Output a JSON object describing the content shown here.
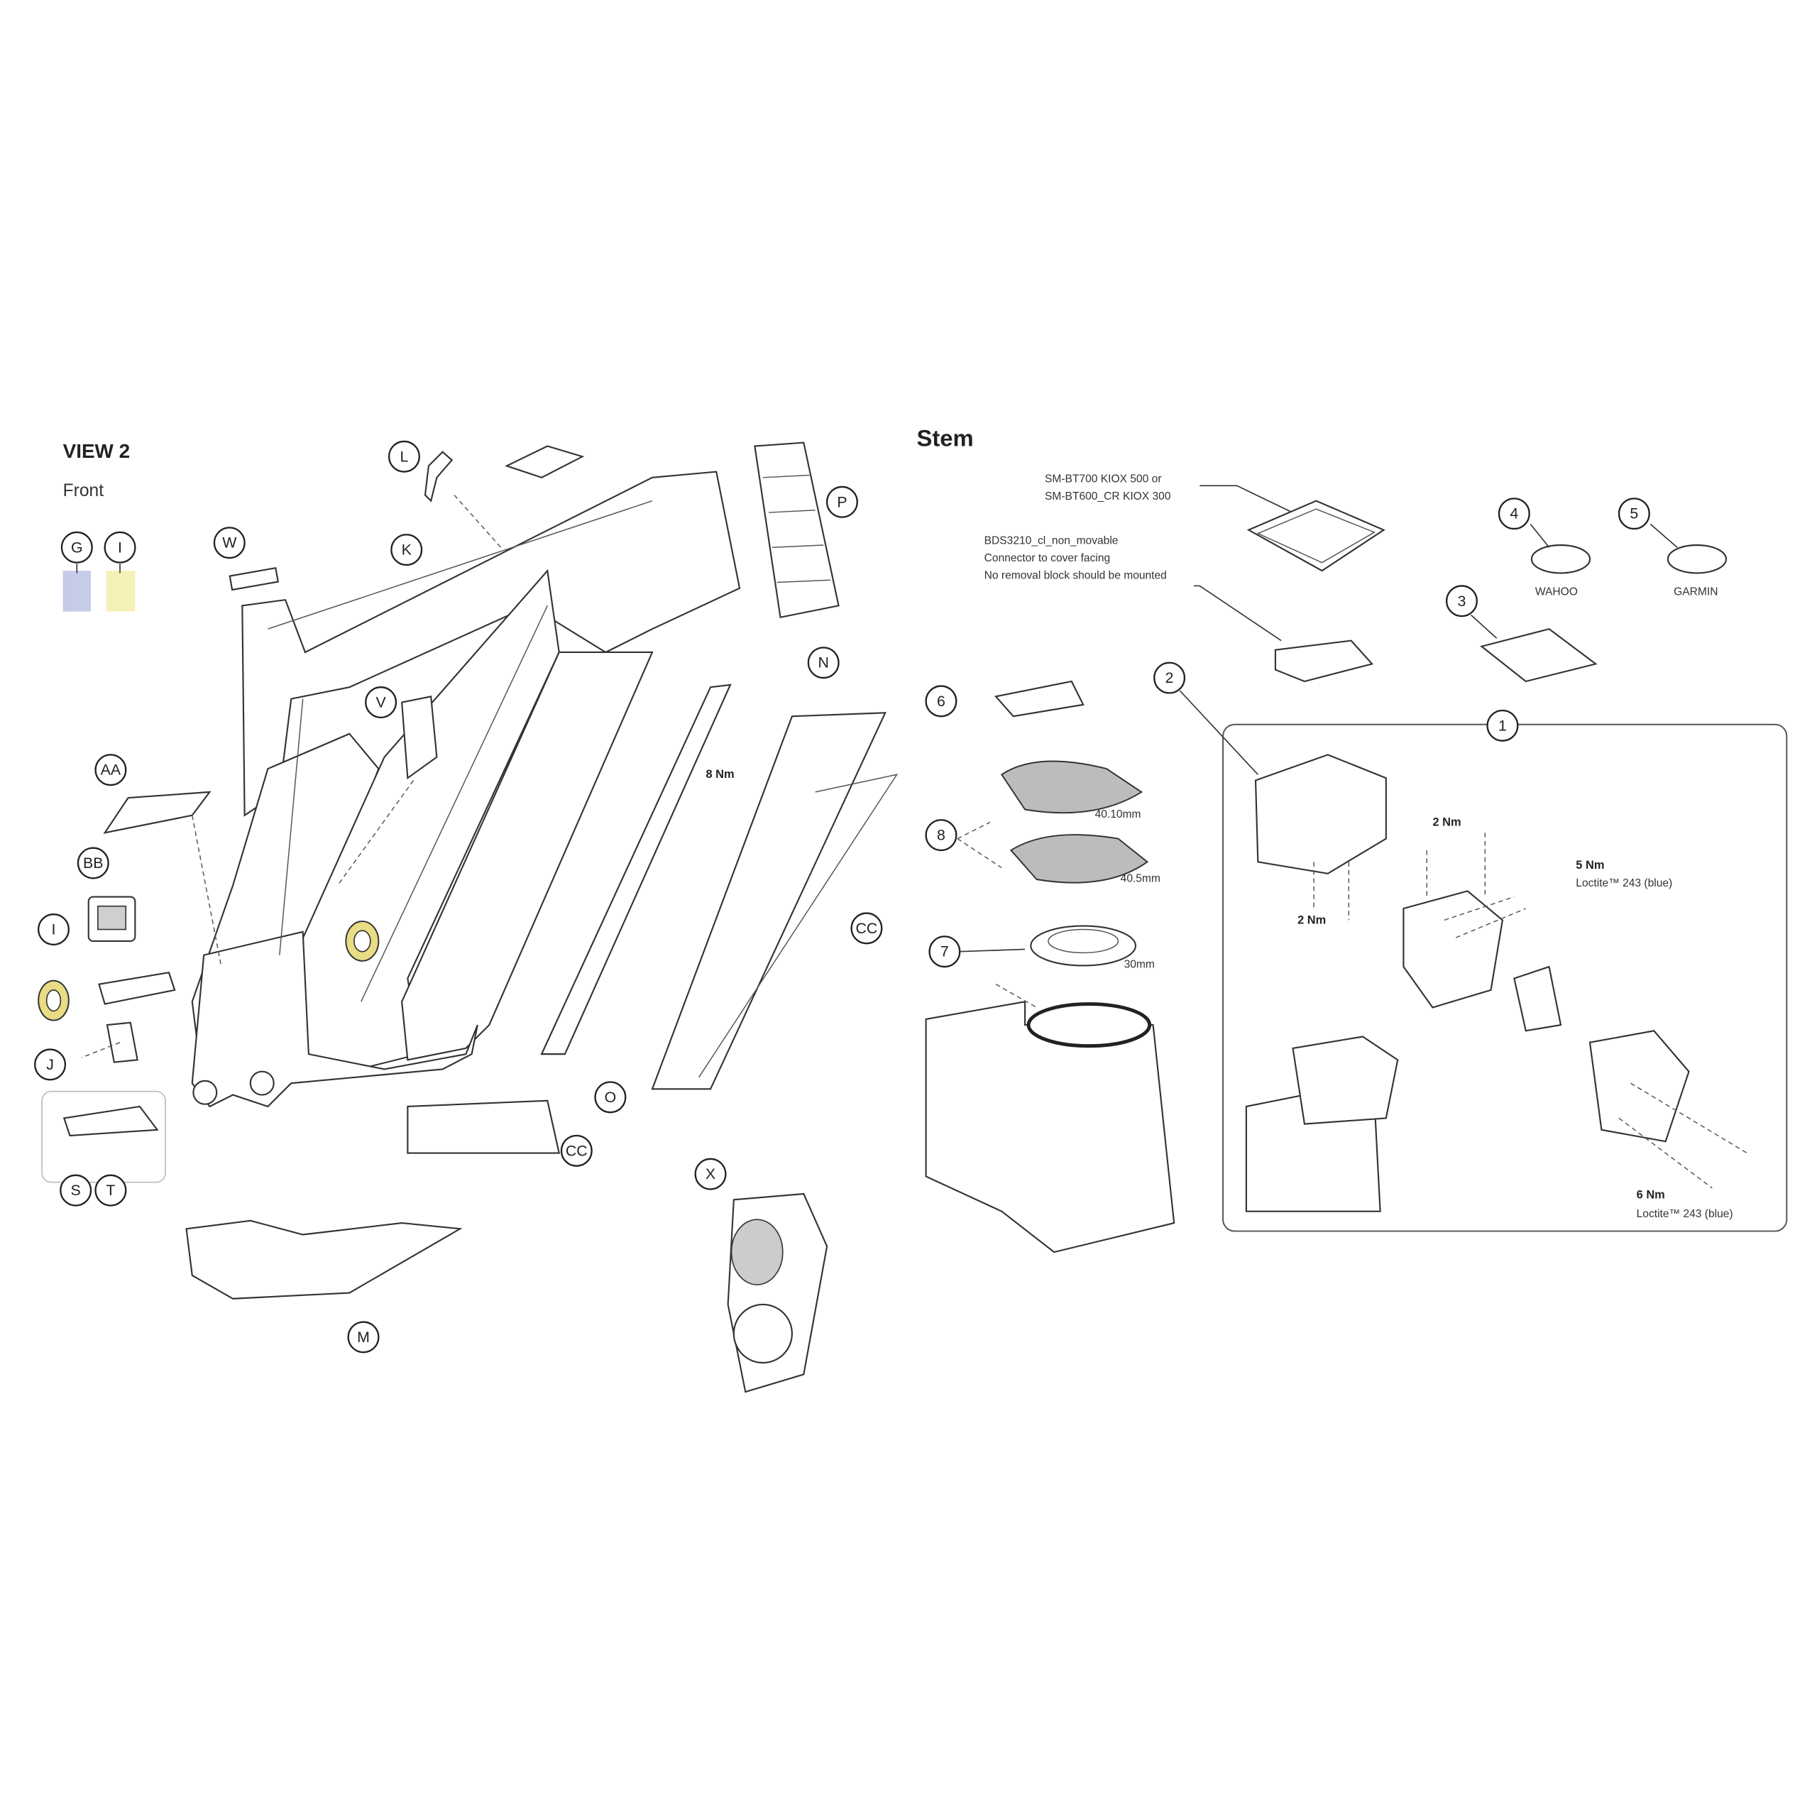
{
  "left_view": {
    "title": "VIEW 2",
    "subtitle": "Front",
    "legend": [
      {
        "label": "G",
        "color": "#c6cbe8"
      },
      {
        "label": "I",
        "color": "#f5f0b8"
      }
    ],
    "callouts": [
      "L",
      "W",
      "K",
      "P",
      "V",
      "N",
      "AA",
      "BB",
      "I",
      "J",
      "S",
      "T",
      "O",
      "CC",
      "CC",
      "M",
      "X"
    ],
    "torque_8": "8 Nm"
  },
  "stem": {
    "title": "Stem",
    "display_note": [
      "SM-BT700 KIOX 500 or",
      "SM-BT600_CR KIOX 300"
    ],
    "connector_note": [
      "BDS3210_cl_non_movable",
      "Connector to cover facing",
      "No removal block should be mounted"
    ],
    "callouts": [
      "4",
      "5",
      "3",
      "2",
      "6",
      "1",
      "8",
      "7"
    ],
    "mount_labels": {
      "wahoo": "WAHOO",
      "garmin": "GARMIN"
    },
    "spacers": {
      "s1": "40.10mm",
      "s2": "40.5mm",
      "s3": "30mm"
    },
    "torques": {
      "t2a": "2 Nm",
      "t2b": "2 Nm",
      "t5": "5 Nm",
      "t5_note": "Loctite™ 243 (blue)",
      "t6": "6 Nm",
      "t6_note": "Loctite™ 243 (blue)"
    }
  }
}
